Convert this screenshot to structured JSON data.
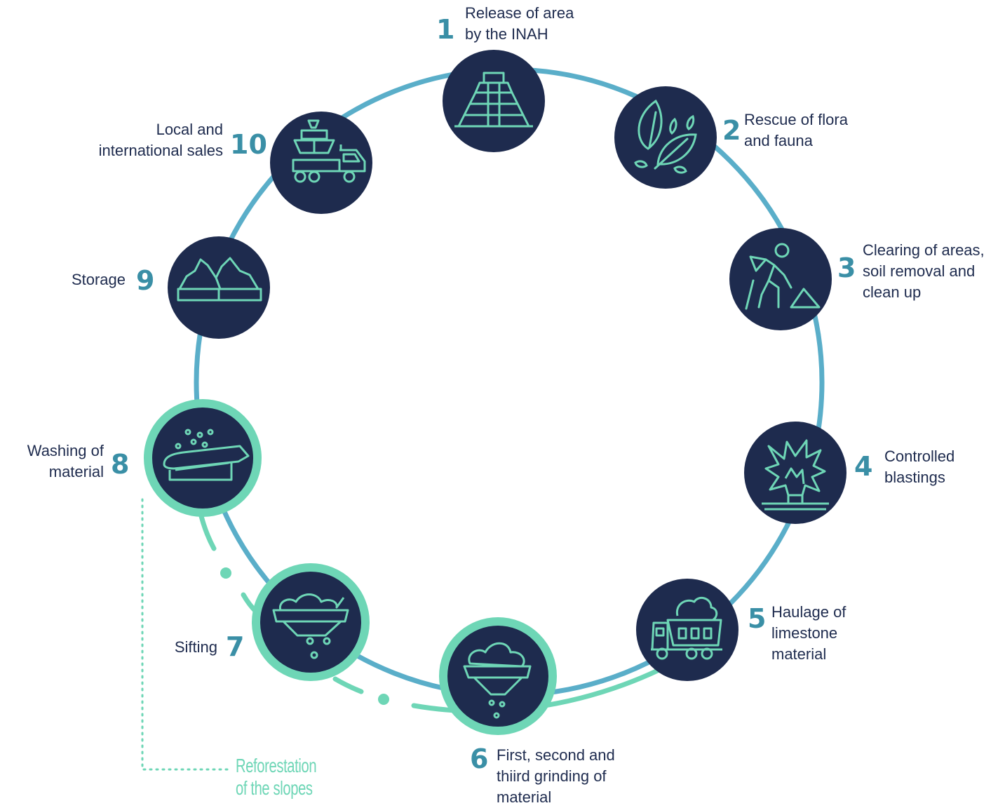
{
  "diagram": {
    "footnote": [
      "Reforestation",
      "of the slopes"
    ],
    "steps": [
      {
        "number": "1",
        "label": [
          "Release of area",
          "by the INAH"
        ],
        "icon": "pyramid-icon",
        "highlight": false
      },
      {
        "number": "2",
        "label": [
          "Rescue of flora",
          "and fauna"
        ],
        "icon": "leaves-icon",
        "highlight": false
      },
      {
        "number": "3",
        "label": [
          "Clearing of areas,",
          "soil removal and",
          "clean up"
        ],
        "icon": "worker-shovel-icon",
        "highlight": false
      },
      {
        "number": "4",
        "label": [
          "Controlled",
          "blastings"
        ],
        "icon": "explosion-icon",
        "highlight": false
      },
      {
        "number": "5",
        "label": [
          "Haulage of",
          "limestone",
          "material"
        ],
        "icon": "dump-truck-icon",
        "highlight": false
      },
      {
        "number": "6",
        "label": [
          "First, second and",
          "thiird grinding of",
          "material"
        ],
        "icon": "grinding-icon",
        "highlight": true
      },
      {
        "number": "7",
        "label": [
          "Sifting"
        ],
        "icon": "sifting-icon",
        "highlight": true
      },
      {
        "number": "8",
        "label": [
          "Washing of",
          "material"
        ],
        "icon": "washing-icon",
        "highlight": true
      },
      {
        "number": "9",
        "label": [
          "Storage"
        ],
        "icon": "stockpile-icon",
        "highlight": false
      },
      {
        "number": "10",
        "label": [
          "Local and",
          "international sales"
        ],
        "icon": "ship-truck-icon",
        "highlight": false
      }
    ],
    "colors": {
      "navy": "#1e2b4e",
      "ring": "#5aaec9",
      "mint": "#6ed6b6",
      "number": "#3a8fa6"
    }
  }
}
